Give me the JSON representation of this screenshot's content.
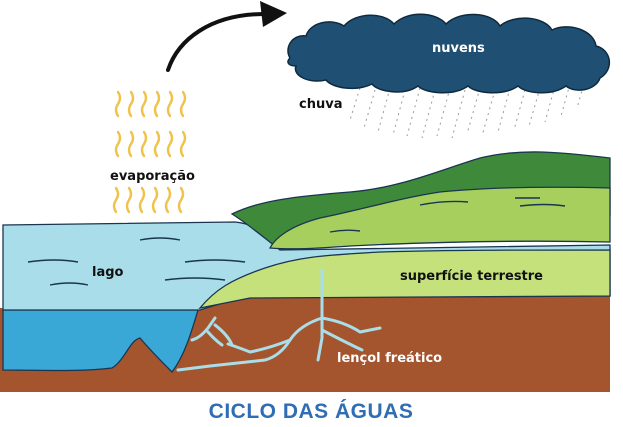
{
  "labels": {
    "nuvens": "nuvens",
    "chuva": "chuva",
    "evaporacao": "evaporação",
    "lago": "lago",
    "superficie": "superfície terrestre",
    "lencol": "lençol freático"
  },
  "title": "CICLO DAS ÁGUAS",
  "colors": {
    "cloud": "#1f4f72",
    "lake": "#a9dde9",
    "deep_water": "#3aa8d6",
    "soil": "#a4552d",
    "land_light": "#c4e17c",
    "hill_dark": "#3e8a3a",
    "title": "#2f6db4",
    "vapor": "#f0c24a"
  }
}
